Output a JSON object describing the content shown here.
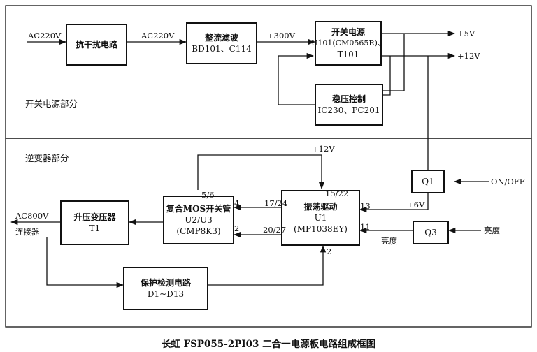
{
  "sections": {
    "top": "开关电源部分",
    "bottom": "逆变器部分"
  },
  "blocks": {
    "anti_interference": {
      "line1": "抗干扰电路"
    },
    "rectifier": {
      "line1": "整流滤波",
      "line2": "BD101、C114"
    },
    "switch_psu": {
      "line1": "开关电源",
      "line2": "U101(CM0565R)、",
      "line3": "T101"
    },
    "regulator": {
      "line1": "稳压控制",
      "line2": "IC230、PC201"
    },
    "q1": {
      "line1": "Q1"
    },
    "q3": {
      "line1": "Q3"
    },
    "boost": {
      "line1": "升压变压器",
      "line2": "T1"
    },
    "mos": {
      "line1": "复合MOS开关管",
      "line2": "U2/U3",
      "line3": "(CMP8K3)"
    },
    "osc": {
      "line1": "振荡驱动",
      "line2": "U1",
      "line3": "(MP1038EY)"
    },
    "protect": {
      "line1": "保护检测电路",
      "line2": "D1~D13"
    }
  },
  "labels": {
    "ac220_in": "AC220V",
    "ac220_mid": "AC220V",
    "v300": "+300V",
    "v5": "+5V",
    "v12_out": "+12V",
    "v12_bus": "+12V",
    "on_off": "ON/OFF",
    "v6": "+6V",
    "brightness_in": "亮度",
    "brightness_pin": "亮度",
    "ac800": "AC800V",
    "connector": "连接器",
    "pin_56": "5/6",
    "pin_4": "4",
    "pin_2_mos": "2",
    "pin_1724": "17/24",
    "pin_2027": "20/27",
    "pin_1522": "15/22",
    "pin_13": "13",
    "pin_11": "11",
    "pin_2_osc": "2"
  },
  "caption": "长虹 FSP055-2PI03 二合一电源板电路组成框图"
}
